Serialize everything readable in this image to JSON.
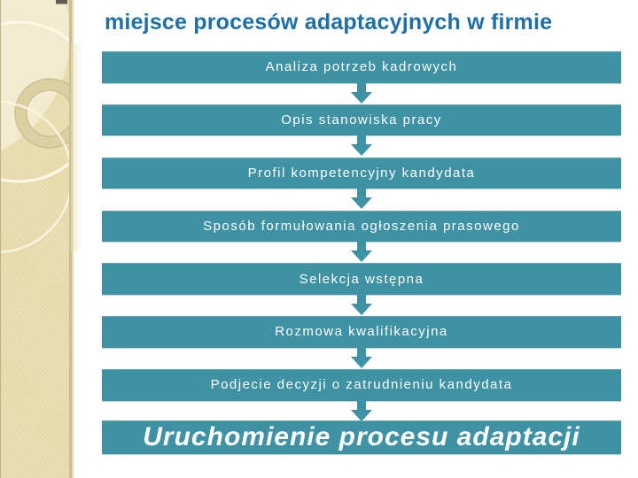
{
  "slide": {
    "title": "miejsce procesów adaptacyjnych w firmie",
    "flow": {
      "steps": [
        "Analiza potrzeb kadrowych",
        "Opis stanowiska pracy",
        "Profil kompetencyjny kandydata",
        "Sposób formułowania ogłoszenia prasowego",
        "Selekcja wstępna",
        "Rozmowa kwalifikacyjna",
        "Podjecie decyzji o zatrudnieniu kandydata"
      ],
      "final_step": "Uruchomienie procesu adaptacji",
      "connector_icon": "down-block-arrow"
    },
    "colors": {
      "accent_teal": "#3E92A4",
      "title_blue": "#1C6FA8",
      "sidebar_beige": "#E9DCAB",
      "text_white": "#FFFFFF"
    }
  }
}
